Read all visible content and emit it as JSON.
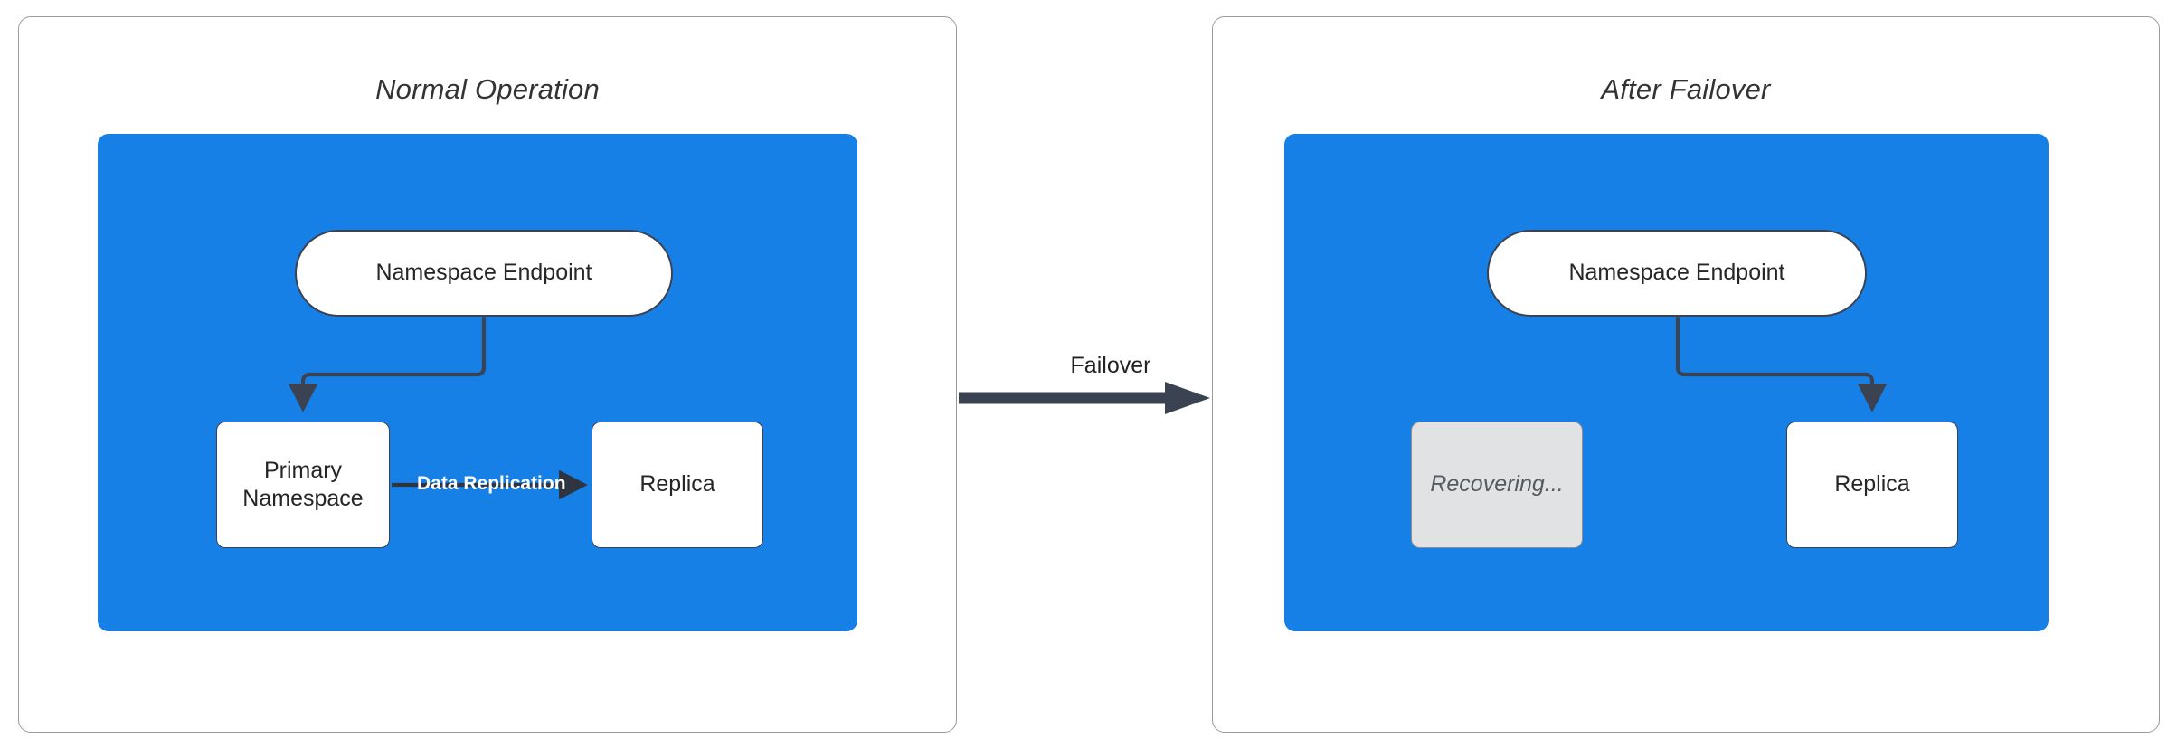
{
  "diagram": {
    "type": "failover-architecture",
    "panels": [
      {
        "id": "normal-operation",
        "title": "Normal Operation",
        "nodes": [
          {
            "id": "endpoint",
            "label": "Namespace Endpoint",
            "shape": "pill",
            "state": "active"
          },
          {
            "id": "primary",
            "label": "Primary Namespace",
            "shape": "rectangle",
            "state": "active"
          },
          {
            "id": "replica",
            "label": "Replica",
            "shape": "rectangle",
            "state": "active"
          }
        ],
        "edges": [
          {
            "from": "endpoint",
            "to": "primary",
            "label": "",
            "style": "elbow-arrow"
          },
          {
            "from": "primary",
            "to": "replica",
            "label": "Data Replication",
            "style": "straight-arrow"
          }
        ]
      },
      {
        "id": "after-failover",
        "title": "After Failover",
        "nodes": [
          {
            "id": "endpoint",
            "label": "Namespace Endpoint",
            "shape": "pill",
            "state": "active"
          },
          {
            "id": "recovering",
            "label": "Recovering...",
            "shape": "rectangle",
            "state": "muted"
          },
          {
            "id": "replica",
            "label": "Replica",
            "shape": "rectangle",
            "state": "active"
          }
        ],
        "edges": [
          {
            "from": "endpoint",
            "to": "replica",
            "label": "",
            "style": "elbow-arrow"
          }
        ]
      }
    ],
    "transition": {
      "label": "Failover",
      "direction": "left-to-right"
    },
    "colors": {
      "region_blue": "#1680e6",
      "node_fill": "#ffffff",
      "node_stroke": "#3b4252",
      "muted_fill": "#e0e2e4",
      "muted_text": "#555b61",
      "edge_stroke": "#3b4252",
      "panel_border": "#9b9b9b",
      "edge_label_text": "#ffffff",
      "title_text": "#333333"
    }
  }
}
